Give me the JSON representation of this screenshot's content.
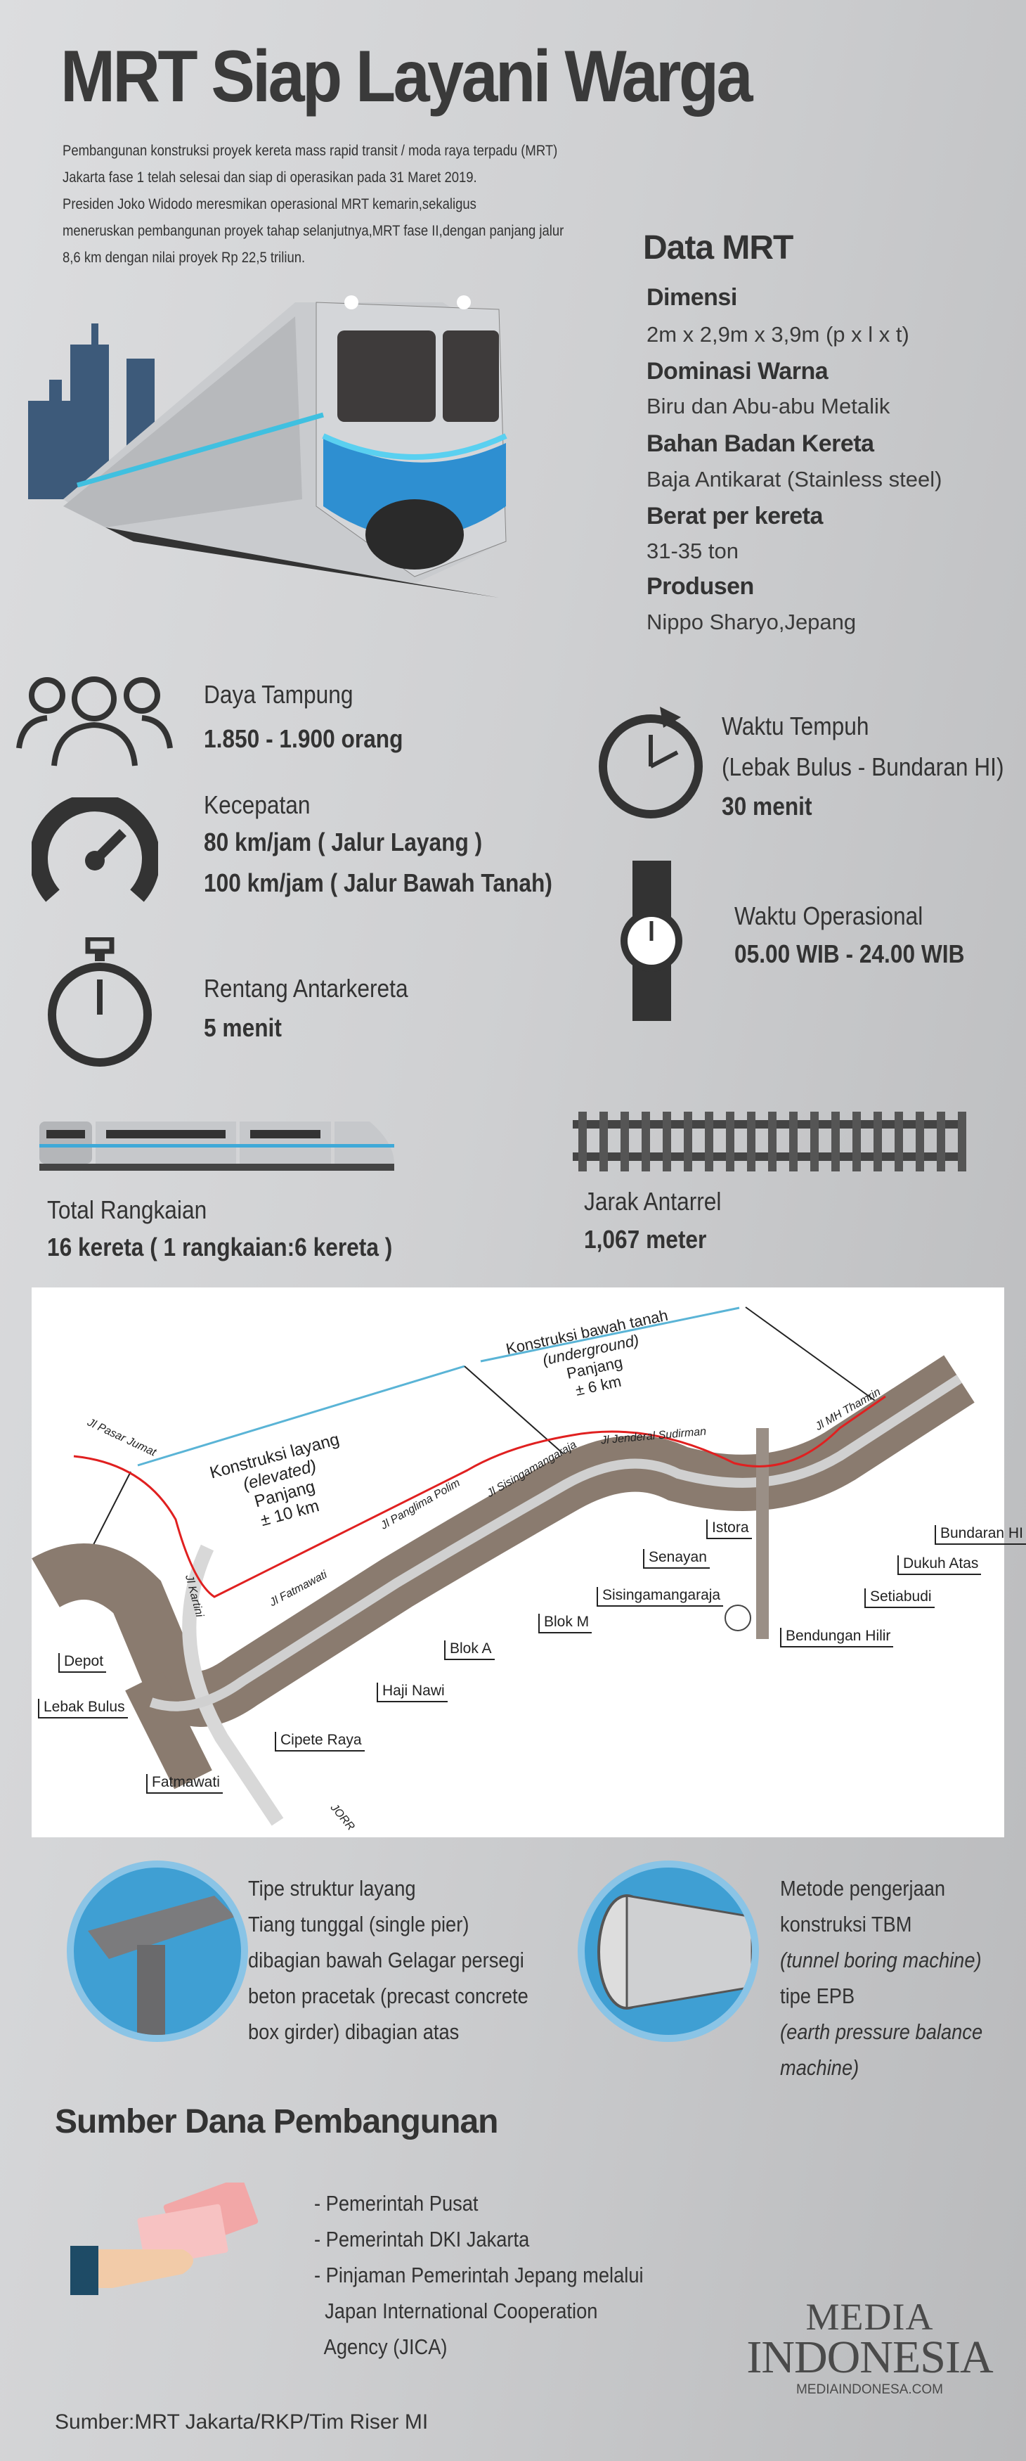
{
  "title": "MRT Siap Layani Warga",
  "intro": [
    "Pembangunan konstruksi proyek kereta mass rapid transit / moda raya terpadu (MRT)",
    "Jakarta fase 1 telah selesai dan siap di operasikan pada 31 Maret 2019.",
    "Presiden Joko Widodo meresmikan operasional MRT kemarin,sekaligus",
    "meneruskan pembangunan proyek tahap selanjutnya,MRT fase II,dengan panjang jalur",
    "8,6 km dengan nilai proyek Rp 22,5 triliun."
  ],
  "data_mrt": {
    "heading": "Data MRT",
    "items": [
      {
        "label": "Dimensi",
        "value": "2m x 2,9m x 3,9m (p x l x t)"
      },
      {
        "label": "Dominasi Warna",
        "value": "Biru dan Abu-abu Metalik"
      },
      {
        "label": "Bahan Badan Kereta",
        "value": "Baja Antikarat (Stainless steel)"
      },
      {
        "label": "Berat per kereta",
        "value": "31-35 ton"
      },
      {
        "label": "Produsen",
        "value": "Nippo Sharyo,Jepang"
      }
    ]
  },
  "stats": {
    "capacity": {
      "label": "Daya Tampung",
      "value": "1.850 - 1.900 orang"
    },
    "speed": {
      "label": "Kecepatan",
      "value1": "80 km/jam ( Jalur Layang )",
      "value2": "100 km/jam ( Jalur Bawah Tanah)"
    },
    "interval": {
      "label": "Rentang Antarkereta",
      "value": "5 menit"
    },
    "travel": {
      "label": "Waktu Tempuh",
      "sub": "(Lebak Bulus - Bundaran HI)",
      "value": "30 menit"
    },
    "hours": {
      "label": "Waktu Operasional",
      "value": "05.00 WIB - 24.00 WIB"
    },
    "cars": {
      "label": "Total Rangkaian",
      "value": "16 kereta ( 1 rangkaian:6 kereta )"
    },
    "gauge": {
      "label": "Jarak Antarrel",
      "value": "1,067 meter"
    }
  },
  "map": {
    "elevated": [
      "Konstruksi layang",
      "(elevated)",
      "Panjang",
      "± 10 km"
    ],
    "underground": [
      "Konstruksi bawah tanah",
      "(underground)",
      "Panjang",
      "± 6 km"
    ],
    "roads": [
      "Jl Pasar Jumat",
      "Jl Kartini",
      "Jl Fatmawati",
      "Jl Panglima Polim",
      "Jl Sisingamangaraja",
      "Jl Jenderal Sudirman",
      "Jl MH Thamrin",
      "JORR"
    ],
    "stations": [
      "Depot",
      "Lebak Bulus",
      "Fatmawati",
      "Cipete Raya",
      "Haji Nawi",
      "Blok A",
      "Blok M",
      "Sisingamangaraja",
      "Senayan",
      "Istora",
      "Bendungan Hilir",
      "Setiabudi",
      "Dukuh Atas",
      "Bundaran HI"
    ]
  },
  "structure": {
    "lines": [
      "Tipe struktur layang",
      "Tiang tunggal (single pier)",
      "dibagian bawah Gelagar persegi",
      "beton pracetak (precast concrete",
      "box girder) dibagian atas"
    ]
  },
  "tbm": {
    "lines": [
      "Metode pengerjaan",
      "konstruksi TBM",
      "(tunnel boring machine)",
      "tipe EPB",
      "(earth pressure balance",
      "machine)"
    ]
  },
  "funding": {
    "heading": "Sumber Dana Pembangunan",
    "items": [
      "- Pemerintah Pusat",
      "- Pemerintah DKI Jakarta",
      "- Pinjaman Pemerintah Jepang melalui",
      "  Japan International Cooperation",
      "  Agency (JICA)"
    ]
  },
  "logo": {
    "line1": "MEDIA",
    "line2": "INDONESIA",
    "url": "MEDIAINDONESA.COM"
  },
  "source": "Sumber:MRT Jakarta/RKP/Tim Riser MI",
  "colors": {
    "accent": "#3f9fd3",
    "route": "#e02020",
    "text": "#333333",
    "city": "#3d5a7a"
  }
}
